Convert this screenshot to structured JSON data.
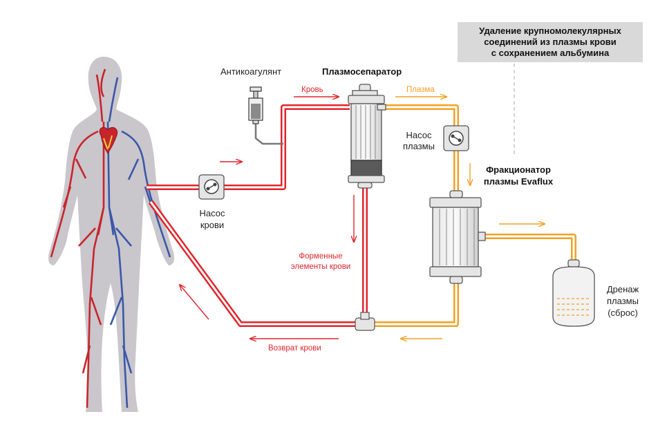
{
  "callout": {
    "lines": [
      "Удаление крупномолекулярных",
      "соединений из плазмы крови",
      "с сохранением альбумина"
    ]
  },
  "labels": {
    "anticoagulant": "Антикоагулянт",
    "plasma_separator": "Плазмосепаратор",
    "blood": "Кровь",
    "plasma": "Плазма",
    "plasma_pump": [
      "Насос",
      "плазмы"
    ],
    "blood_pump": [
      "Насос",
      "крови"
    ],
    "fractionator": [
      "Фракционатор",
      "плазмы Evaflux"
    ],
    "formed_elements": [
      "Форменные",
      "элементы крови"
    ],
    "blood_return": "Возврат крови",
    "drainage": [
      "Дренаж",
      "плазмы",
      "(сброс)"
    ]
  },
  "colors": {
    "blood_line": "#e0242b",
    "plasma_line": "#f2a023",
    "device_gray": "#d9d9d9",
    "body_gray": "#c9c6cc",
    "vein_blue": "#3a57a8",
    "artery_red": "#c8242b"
  },
  "icons": [
    "human-body",
    "heart",
    "syringe",
    "pump-icon",
    "filter-cartridge",
    "drainage-bag"
  ]
}
